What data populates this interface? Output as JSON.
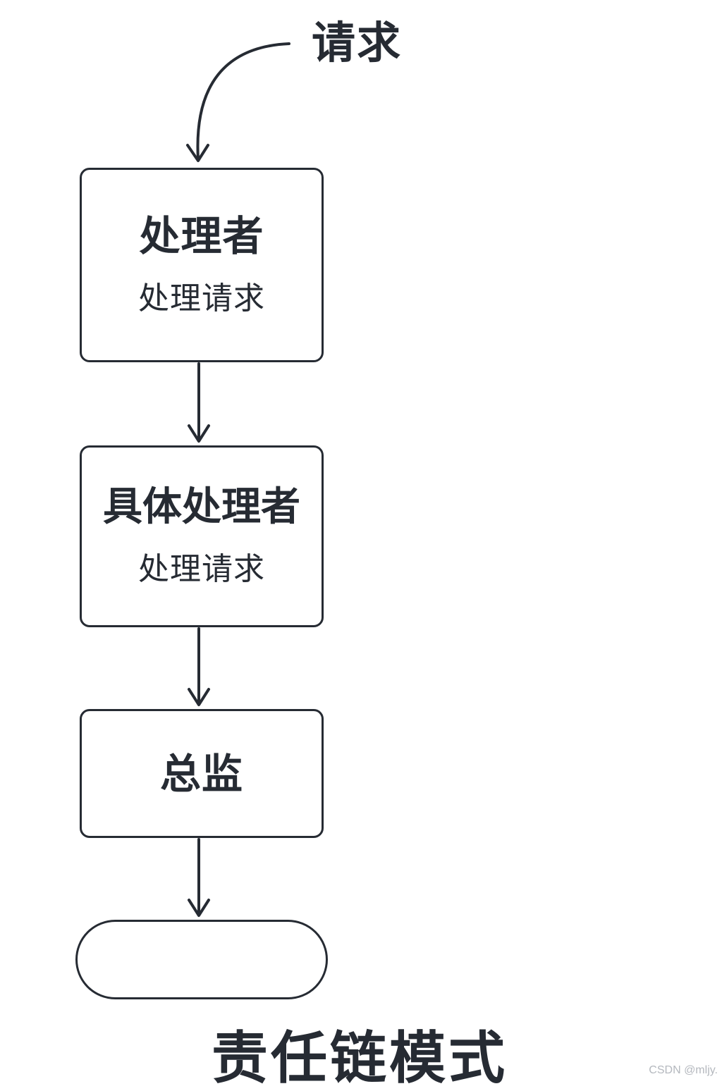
{
  "diagram": {
    "request_label": "请求",
    "handler": {
      "title": "处理者",
      "subtitle": "处理请求"
    },
    "concrete_handler": {
      "title": "具体处理者",
      "subtitle": "处理请求"
    },
    "director": {
      "title": "总监"
    },
    "terminal": {
      "label": ""
    },
    "caption": "责任链模式"
  },
  "watermark": "CSDN @mljy.",
  "colors": {
    "stroke": "#262b33",
    "background": "#ffffff",
    "watermark": "#b4b8be"
  }
}
